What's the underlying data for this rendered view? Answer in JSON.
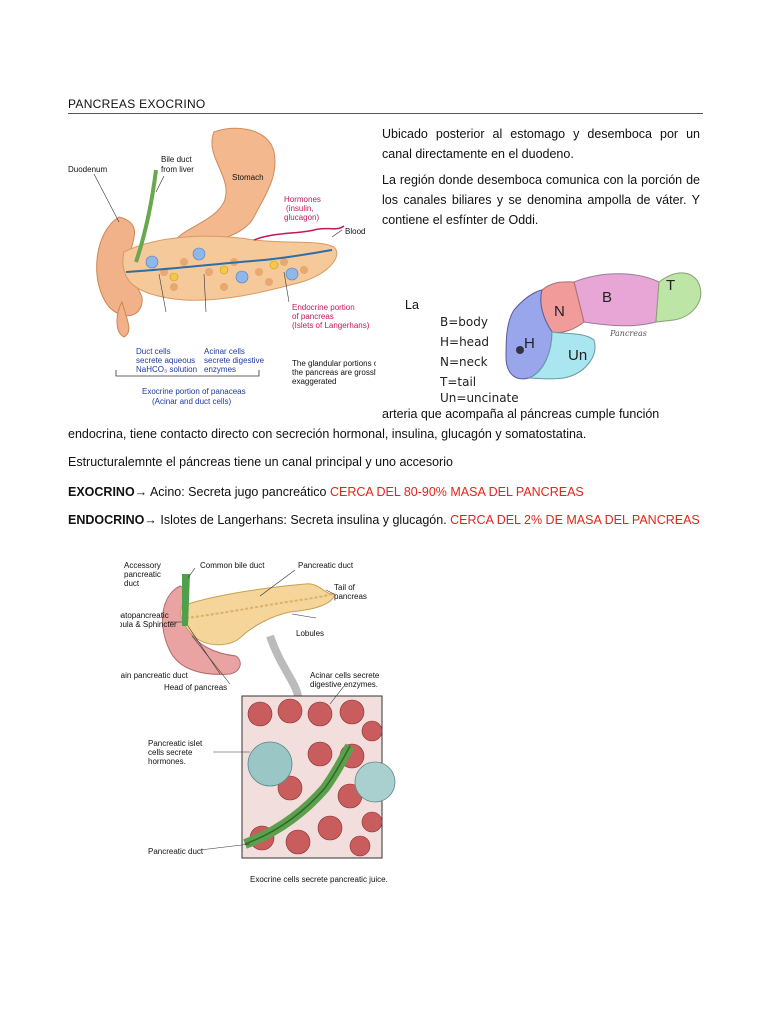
{
  "heading": "PANCREAS EXOCRINO",
  "right_paragraphs": [
    "Ubicado posterior al estomago y desemboca por un canal directamente en el duodeno.",
    "La región donde desemboca comunica con la porción de los canales biliares y se denomina ampolla de váter. Y contiene el esfínter de Oddi."
  ],
  "la_label": "La",
  "arteria_line1": "arteria que acompaña al páncreas cumple función",
  "arteria_line2": "endocrina, tiene contacto directo con secreción hormonal, insulina, glucagón y somatostatina.",
  "estructural": "Estructuralemnte el páncreas tiene un canal principal y uno accesorio",
  "exocrino": {
    "label": "EXOCRINO",
    "arrow": "→",
    "text": " Acino: Secreta jugo pancreático ",
    "highlight": "CERCA DEL 80-90% MASA DEL PANCREAS"
  },
  "endocrino": {
    "label": "ENDOCRINO",
    "arrow": "→",
    "text": " Islotes de Langerhans: Secreta insulina y glucagón. ",
    "highlight": "CERCA DEL 2% DE MASA DEL PANCREAS"
  },
  "figure1": {
    "duodenum": "Duodenum",
    "bile_duct": [
      "Bile duct",
      "from liver"
    ],
    "stomach": "Stomach",
    "hormones": [
      "Hormones",
      "(insulin,",
      "glucagon)"
    ],
    "blood": "Blood",
    "endocrine_portion": [
      "Endocrine portion",
      "of pancreas",
      "(Islets of Langerhans)"
    ],
    "duct_cells": [
      "Duct cells",
      "secrete aqueous",
      "NaHCO₃ solution"
    ],
    "acinar_cells": [
      "Acinar cells",
      "secrete digestive",
      "enzymes"
    ],
    "glandular_note": [
      "The glandular portions of",
      "the pancreas are grossly",
      "exaggerated"
    ],
    "exocrine_portion": [
      "Exocrine portion of panaceas",
      "(Acinar and duct cells)"
    ]
  },
  "figure2": {
    "regions": [
      "N",
      "B",
      "T",
      "H",
      "Un"
    ],
    "legend": [
      "B=body",
      "H=head",
      "N=neck",
      "T=tail",
      "Un=uncinate"
    ],
    "signature": "Pancreas"
  },
  "figure3": {
    "accessory_duct": [
      "Accessory",
      "pancreatic",
      "duct"
    ],
    "common_bile_duct": "Common bile duct",
    "pancreatic_duct_top": "Pancreatic duct",
    "tail": [
      "Tail of",
      "pancreas"
    ],
    "hepatopancreatic": [
      "Hepatopancreatic",
      "Ampula & Sphincter"
    ],
    "lobules": "Lobules",
    "main_duct": "Main pancreatic  duct",
    "head": "Head of pancreas",
    "acinar_secrete": [
      "Acinar cells secrete",
      "digestive enzymes."
    ],
    "islet": [
      "Pancreatic islet",
      "cells secrete",
      "hormones."
    ],
    "pancreatic_duct_bottom": "Pancreatic duct",
    "exocrine_secrete": "Exocrine cells secrete pancreatic juice."
  }
}
